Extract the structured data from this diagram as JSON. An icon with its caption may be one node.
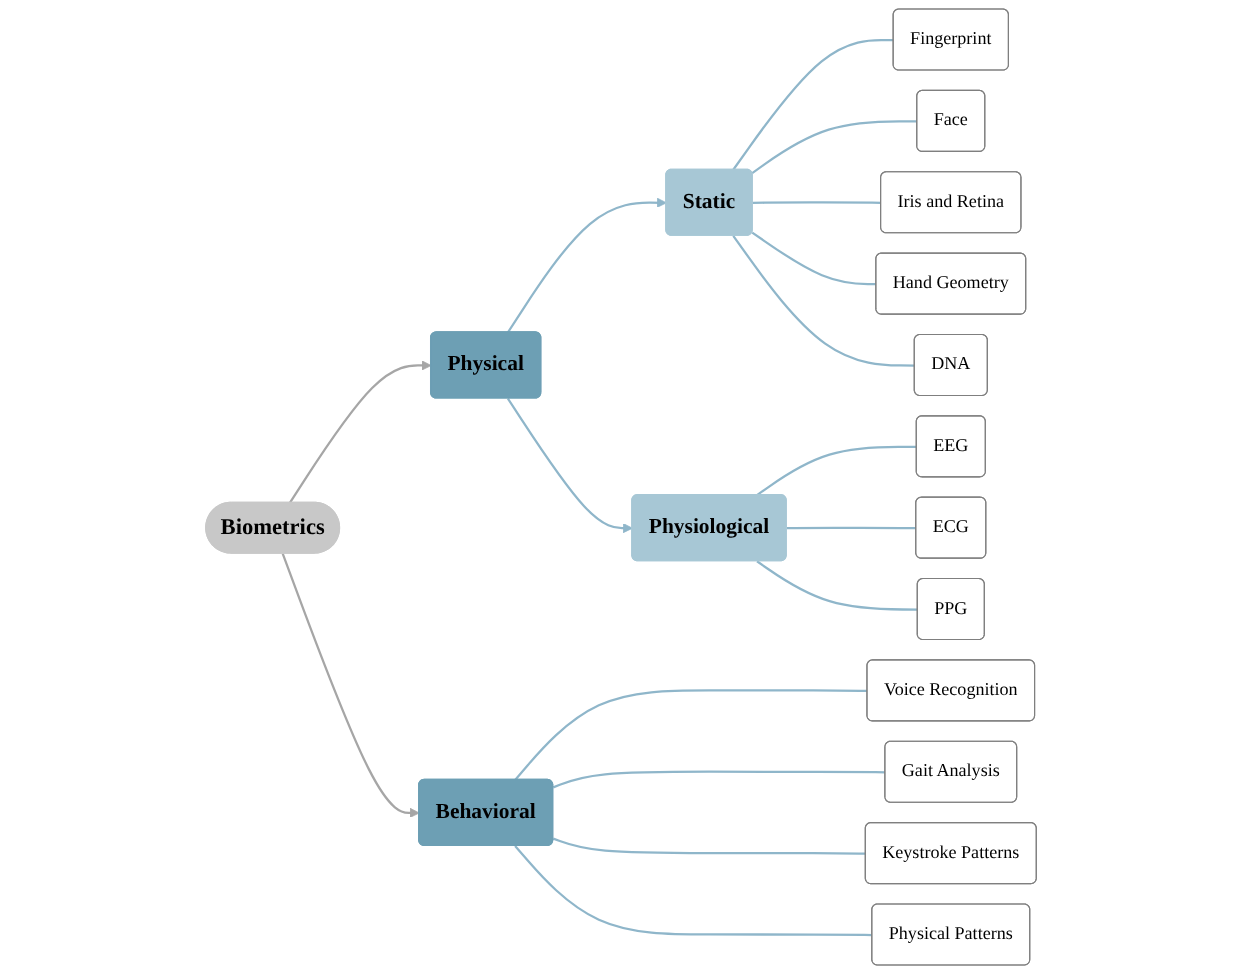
{
  "diagram": {
    "nodes": [
      {
        "text": [
          "Biometrics"
        ]
      },
      {
        "text": [
          "Physical"
        ]
      },
      {
        "text": [
          "Behavioral"
        ]
      },
      {
        "text": [
          "Static"
        ]
      },
      {
        "text": [
          "Physiological"
        ]
      },
      {
        "text": [
          "Fingerprint"
        ]
      },
      {
        "text": [
          "Face"
        ]
      },
      {
        "text": [
          "Iris and Retina"
        ]
      },
      {
        "text": [
          "Hand Geometry"
        ]
      },
      {
        "text": [
          "DNA"
        ]
      },
      {
        "text": [
          "EEG"
        ]
      },
      {
        "text": [
          "ECG"
        ]
      },
      {
        "text": [
          "PPG"
        ]
      },
      {
        "text": [
          "Voice Recognition"
        ]
      },
      {
        "text": [
          "Gait Analysis"
        ]
      },
      {
        "text": [
          "Keystroke Patterns"
        ]
      },
      {
        "text": [
          "Physical Patterns"
        ]
      }
    ],
    "edges": [
      {
        "from": 0,
        "to": 1,
        "arrow": "to",
        "color": "#a6a6a6"
      },
      {
        "from": 0,
        "to": 2,
        "arrow": "to",
        "color": "#a6a6a6"
      },
      {
        "from": 1,
        "to": 3,
        "arrow": "to"
      },
      {
        "from": 1,
        "to": 4,
        "arrow": "to"
      },
      {
        "from": 3,
        "to": 5,
        "arrow": "none"
      },
      {
        "from": 3,
        "to": 6,
        "arrow": "none"
      },
      {
        "from": 3,
        "to": 7,
        "arrow": "none"
      },
      {
        "from": 3,
        "to": 8,
        "arrow": "none"
      },
      {
        "from": 3,
        "to": 9,
        "arrow": "none"
      },
      {
        "from": 4,
        "to": 10,
        "arrow": "none"
      },
      {
        "from": 4,
        "to": 11,
        "arrow": "none"
      },
      {
        "from": 4,
        "to": 12,
        "arrow": "none"
      },
      {
        "from": 2,
        "to": 13,
        "arrow": "none"
      },
      {
        "from": 2,
        "to": 14,
        "arrow": "none"
      },
      {
        "from": 2,
        "to": 15,
        "arrow": "none"
      },
      {
        "from": 2,
        "to": 16,
        "arrow": "none"
      }
    ]
  }
}
